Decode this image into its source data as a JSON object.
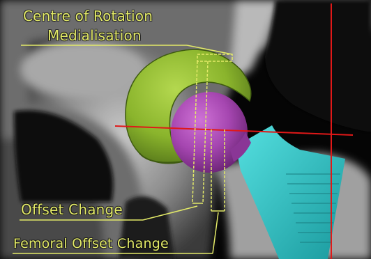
{
  "figure": {
    "labels": {
      "centre_of_rotation": "Centre of Rotation",
      "medialisation": "Medialisation",
      "offset_change": "Offset Change",
      "femoral_offset_change": "Femoral Offset Change"
    },
    "colors": {
      "annotation": "#e3ea68",
      "acetabular_cup": "#8bb52c",
      "femoral_head": "#a548b2",
      "femoral_stem": "#2fc8c8",
      "reference_lines": "#e01818",
      "bone": "#9a9a9a",
      "background": "#050505"
    }
  }
}
